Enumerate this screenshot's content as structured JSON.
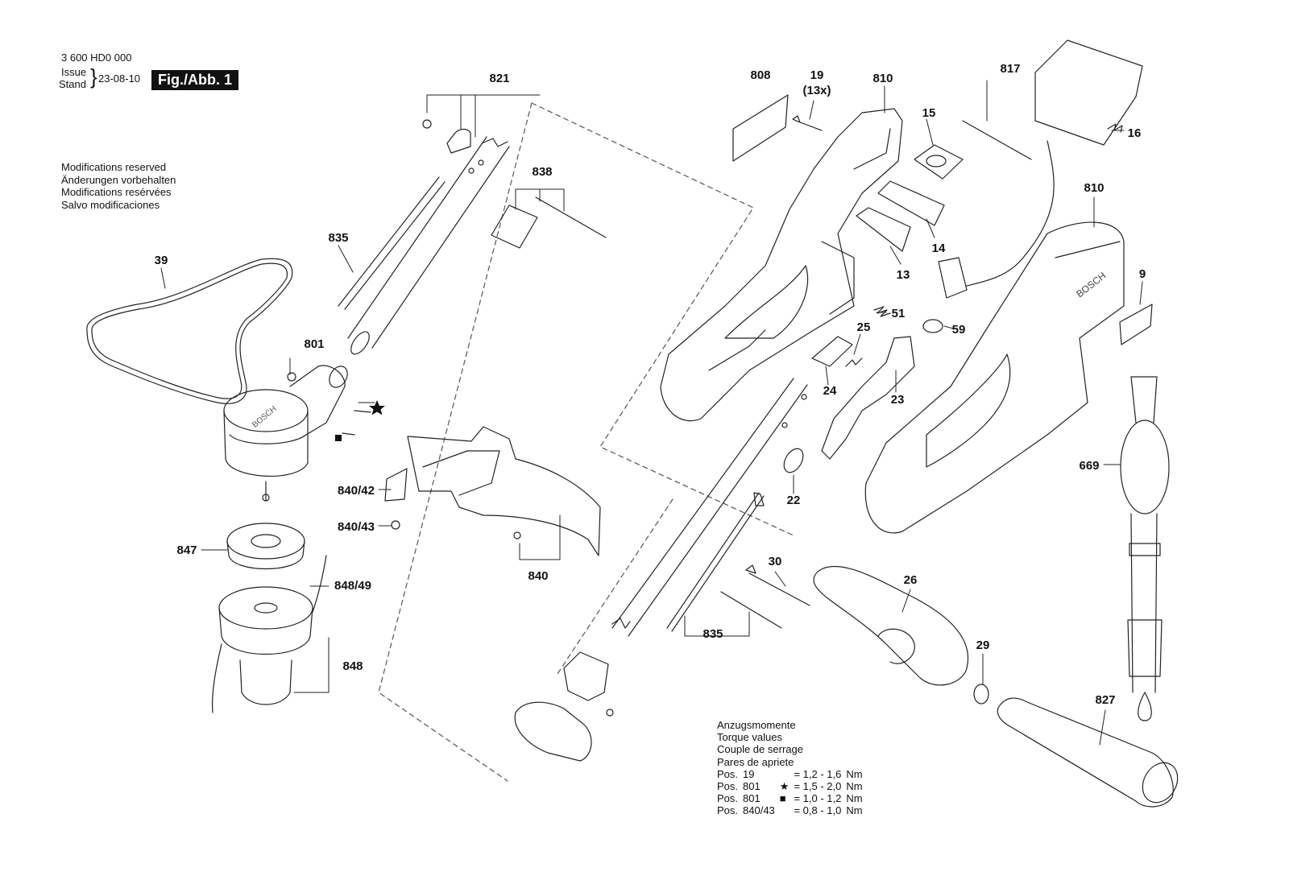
{
  "header": {
    "doc_number": "3 600 HD0 000",
    "issue_label": "Issue",
    "stand_label": "Stand",
    "date": "23-08-10",
    "fig_label": "Fig./Abb. 1"
  },
  "modifications": [
    "Modifications reserved",
    "Änderungen vorbehalten",
    "Modifications resérvées",
    "Salvo modificaciones"
  ],
  "brand_mark": "BOSCH",
  "callouts": {
    "c821": "821",
    "c838": "838",
    "c835a": "835",
    "c835b": "835",
    "c39": "39",
    "c801": "801",
    "c840_42": "840/42",
    "c840_43": "840/43",
    "c840": "840",
    "c847": "847",
    "c848_49": "848/49",
    "c848": "848",
    "c808": "808",
    "c19": "19",
    "c13x": "(13x)",
    "c810a": "810",
    "c810b": "810",
    "c817": "817",
    "c16": "16",
    "c15": "15",
    "c14": "14",
    "c13": "13",
    "c51": "51",
    "c59": "59",
    "c25": "25",
    "c24": "24",
    "c23": "23",
    "c22": "22",
    "c9": "9",
    "c669": "669",
    "c30": "30",
    "c26": "26",
    "c29": "29",
    "c827": "827"
  },
  "torque": {
    "title_lines": [
      "Anzugsmomente",
      "Torque values",
      "Couple de serrage",
      "Pares de apriete"
    ],
    "rows": [
      {
        "pos": "Pos.",
        "item": "19",
        "mark": "",
        "value": "= 1,2 - 1,6",
        "unit": "Nm"
      },
      {
        "pos": "Pos.",
        "item": "801",
        "mark": "★",
        "value": "= 1,5 - 2,0",
        "unit": "Nm"
      },
      {
        "pos": "Pos.",
        "item": "801",
        "mark": "■",
        "value": "= 1,0 - 1,2",
        "unit": "Nm"
      },
      {
        "pos": "Pos.",
        "item": "840/43",
        "mark": "",
        "value": "= 0,8 - 1,0",
        "unit": "Nm"
      }
    ]
  }
}
